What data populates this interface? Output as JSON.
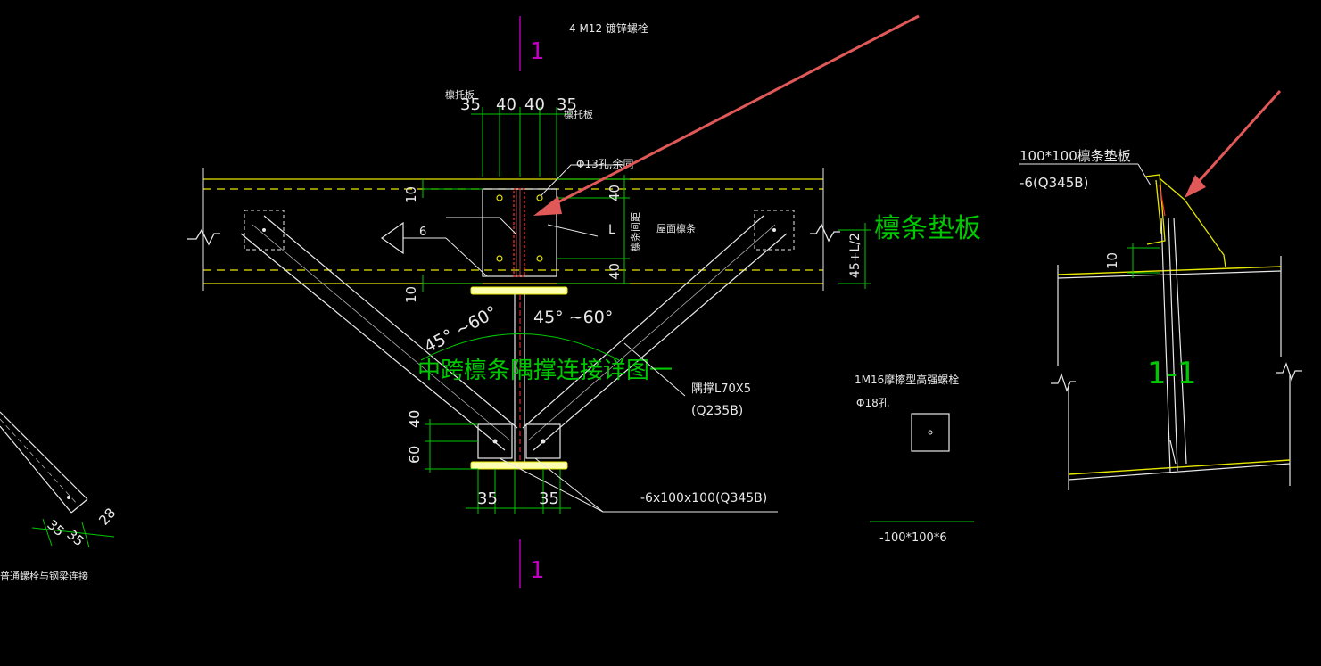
{
  "colors": {
    "background": "#000000",
    "structure": "#e6e600",
    "dimension": "#00c800",
    "text_white": "#e8e8e8",
    "centerline": "#c000c0",
    "arrow": "#e05858",
    "red_detail": "#ff3030",
    "pale_yellow": "#ffffb0"
  },
  "labels": {
    "bolts_top": "4 M12 镀锌螺栓",
    "section_mark_top": "1",
    "section_mark_bottom": "1",
    "purlin_plate_left": "檩托板",
    "purlin_plate_right": "檩托板",
    "hole_note": "Φ13孔,余同",
    "plate_thk": "6",
    "L_mark": "L",
    "purlin_spacing": "檩条间距",
    "roof_purlin": "屋面檩条",
    "purlin_pad_big": "檩条垫板",
    "angle_left": "45° ~60°",
    "angle_right": "45° ~60°",
    "diagram_title": "中跨檩条隅撑连接详图一",
    "brace_member": "隅撑L70X5",
    "brace_grade": "(Q235B)",
    "bottom_plate": "-6x100x100(Q345B)",
    "pad_title": "100*100檩条垫板",
    "pad_grade": "-6(Q345B)",
    "section_label": "1-1",
    "bolt_hs": "1M16摩擦型高强螺栓",
    "hole_18": "Φ18孔",
    "pad_size": "-100*100*6",
    "left_note": "普通螺栓与钢梁连接"
  },
  "dimensions": {
    "top_35_left": "35",
    "top_40_a": "40",
    "top_40_b": "40",
    "top_35_right": "35",
    "left_10_top": "10",
    "left_10_bottom": "10",
    "right_40_top": "40",
    "right_40_bottom": "40",
    "right_45": "45+L/2",
    "bottom_40": "40",
    "bottom_60": "60",
    "bottom_35_left": "35",
    "bottom_35_right": "35",
    "leftpiece_35_a": "35",
    "leftpiece_35_b": "35",
    "leftpiece_28": "28",
    "section_10": "10"
  }
}
